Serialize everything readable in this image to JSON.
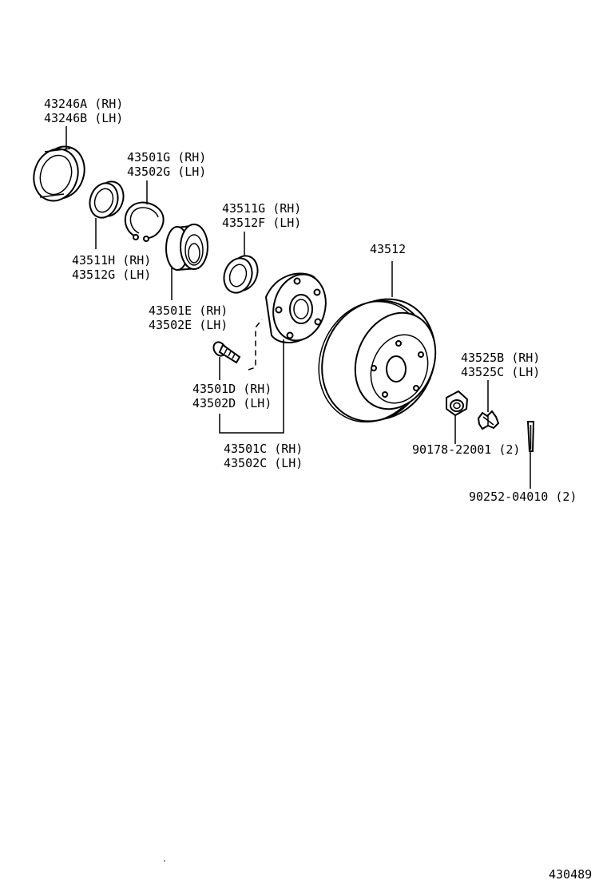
{
  "diagram_number": "430489",
  "callouts": [
    {
      "id": "outer-seal",
      "lines": [
        "43246A (RH)",
        "43246B (LH)"
      ]
    },
    {
      "id": "snap-ring",
      "lines": [
        "43501G (RH)",
        "43502G (LH)"
      ]
    },
    {
      "id": "inner-seal",
      "lines": [
        "43511H (RH)",
        "43512G (LH)"
      ]
    },
    {
      "id": "hub-seal",
      "lines": [
        "43511G (RH)",
        "43512F (LH)"
      ]
    },
    {
      "id": "bearing",
      "lines": [
        "43501E (RH)",
        "43502E (LH)"
      ]
    },
    {
      "id": "disc",
      "lines": [
        "43512"
      ]
    },
    {
      "id": "hub-bolt",
      "lines": [
        "43501D (RH)",
        "43502D (LH)"
      ]
    },
    {
      "id": "hub-assy",
      "lines": [
        "43501C (RH)",
        "43502C (LH)"
      ]
    },
    {
      "id": "nut-cap",
      "lines": [
        "43525B (RH)",
        "43525C (LH)"
      ]
    },
    {
      "id": "nut",
      "lines": [
        "90178-22001 (2)"
      ]
    },
    {
      "id": "cotter-pin",
      "lines": [
        "90252-04010 (2)"
      ]
    }
  ]
}
